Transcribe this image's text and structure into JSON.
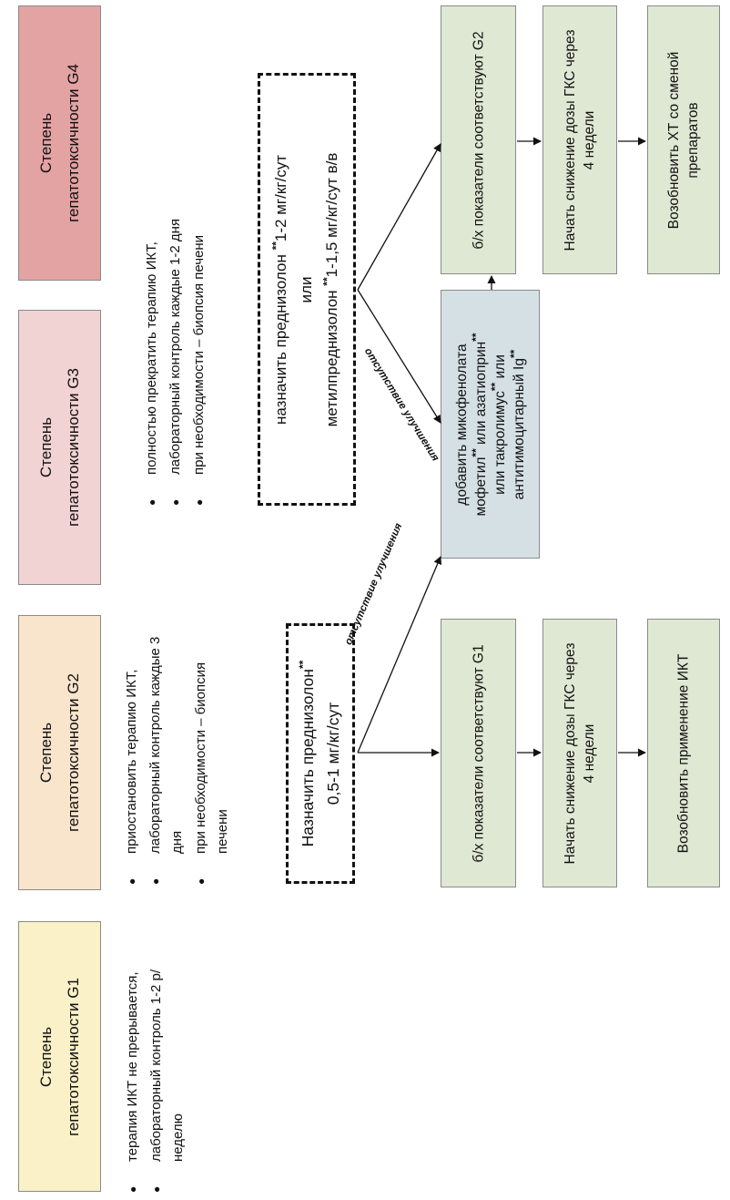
{
  "colors": {
    "g1": "#fbf1c8",
    "g2": "#f9e5cc",
    "g3": "#f2d3d3",
    "g4": "#e3a3a3",
    "green": "#dfe8d3",
    "blue": "#d5e0e4"
  },
  "headers": {
    "g1": [
      "Степень",
      "гепатотоксичности G1"
    ],
    "g2": [
      "Степень",
      "гепатотоксичности G2"
    ],
    "g3": [
      "Степень",
      "гепатотоксичности G3"
    ],
    "g4": [
      "Степень",
      "гепатотоксичности G4"
    ]
  },
  "bullets": {
    "g1": [
      "терапия ИКТ не прерывается,",
      "лабораторный контроль 1-2 р/неделю"
    ],
    "g2": [
      "приостановить терапию ИКТ,",
      "лабораторный контроль каждые 3 дня",
      "при необходимости – биопсия печени"
    ],
    "g34": [
      "полностью прекратить терапию ИКТ,",
      "лабораторный контроль каждые 1-2 дня",
      "при необходимости – биопсия печени"
    ]
  },
  "rx": {
    "g2": {
      "line1": "Назначить преднизолон",
      "line2": "0,5-1 мг/кг/сут",
      "mark": "**"
    },
    "g34": {
      "line1": "назначить преднизолон",
      "line1_mark": "**",
      "line1_rest": "1-2 мг/кг/сут",
      "line2": "или",
      "line3": "метилпреднизолон",
      "line3_mark": "**",
      "line3_rest": "1-1,5 мг/кг/сут в/в"
    }
  },
  "flow_g2": [
    "б/х показатели соответствуют G1",
    "Начать снижение дозы ГКС через 4 недели",
    "Возобновить применение ИКТ"
  ],
  "flow_g34": [
    "б/х показатели соответствуют G2",
    "Начать снижение дозы ГКС через 4 недели",
    "Возобновить ХТ со сменой препаратов"
  ],
  "immuno": {
    "l1": "добавить микофенолата",
    "l2a": "мофетил",
    "l2b": "или азатиоприн",
    "l3": "или такролимус",
    "l3b": "или",
    "l4": "антитимоцитарный Ig",
    "mark": "**"
  },
  "arrow_labels": {
    "no_improvement": "отсутствие улучшения"
  }
}
